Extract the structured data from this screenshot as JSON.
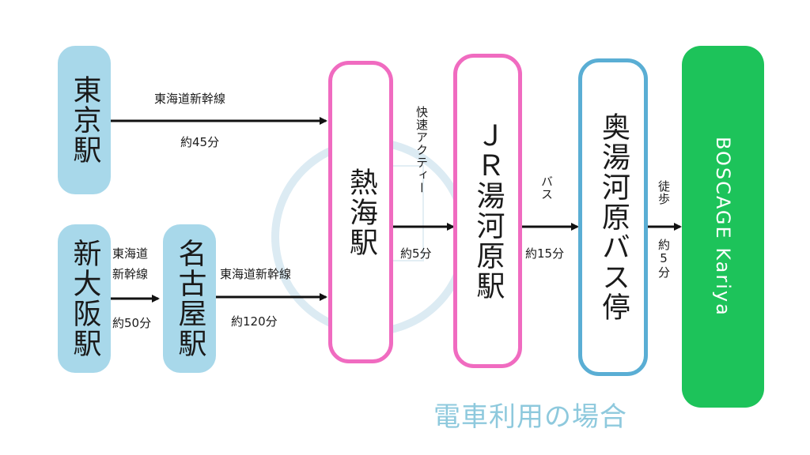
{
  "stations": {
    "tokyo": "東京駅",
    "shin_osaka": "新大阪駅",
    "nagoya": "名古屋駅",
    "atami": "熱海駅",
    "jr_yugawara": "ＪＲ湯河原駅",
    "okuyugawara_bus": "奥湯河原バス停",
    "destination": "BOSCAGE Kariya"
  },
  "routes": {
    "tokyo_atami": {
      "line": "東海道新幹線",
      "time": "約45分"
    },
    "osaka_nagoya": {
      "line1": "東海道",
      "line2": "新幹線",
      "time": "約50分"
    },
    "nagoya_atami": {
      "line": "東海道新幹線",
      "time": "約120分"
    },
    "atami_yugawara": {
      "line": "快速アクティー",
      "time": "約5分"
    },
    "yugawara_bus": {
      "line": "バス",
      "time": "約15分"
    },
    "bus_dest": {
      "line": "徒歩",
      "time": "約5分"
    }
  },
  "title": "電車利用の場合",
  "colors": {
    "light_blue": "#a8d8ea",
    "pink": "#f06bc0",
    "cyan": "#5aaed4",
    "green": "#1dc35a",
    "title": "#8ec9dd"
  }
}
